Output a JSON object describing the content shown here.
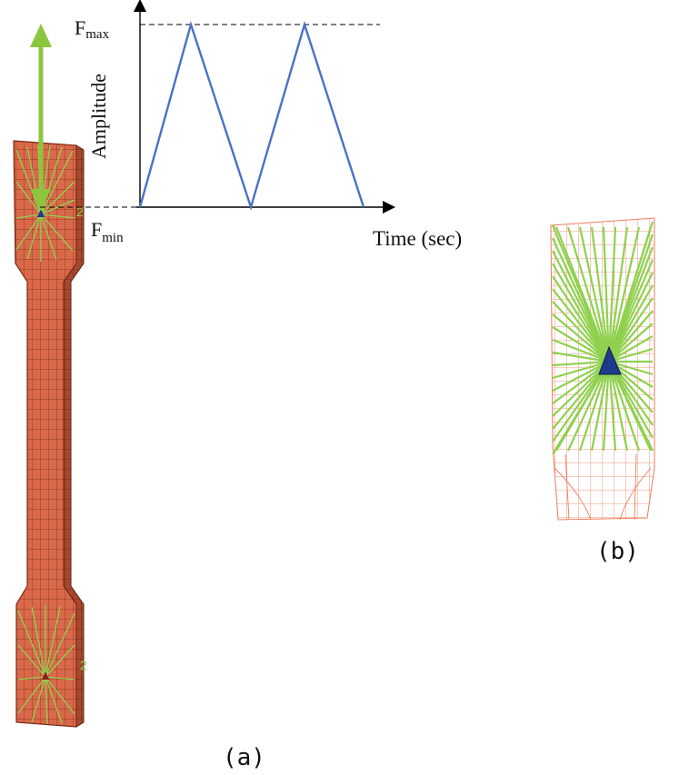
{
  "panels": {
    "a": {
      "caption": "(a)"
    },
    "b": {
      "caption": "(b)"
    }
  },
  "waveform": {
    "y_axis_label": "Amplitude",
    "x_axis_label": "Time (sec)",
    "fmax_label": {
      "main": "F",
      "sub": "max"
    },
    "fmin_label": {
      "main": "F",
      "sub": "min"
    },
    "shape": "triangular",
    "cycles": 2
  },
  "specimen": {
    "grip_node_label_top": "2",
    "grip_node_label_bottom": "2",
    "load_arrow": "double-headed vertical"
  },
  "colors": {
    "mesh_fill": "#d9694a",
    "mesh_edge": "#7a2a14",
    "coupling": "#8fd14f",
    "reference_node": "#1e3a8a",
    "waveform": "#4a72c4",
    "arrow": "#8cc63f",
    "wire_red": "#f07a5a"
  }
}
